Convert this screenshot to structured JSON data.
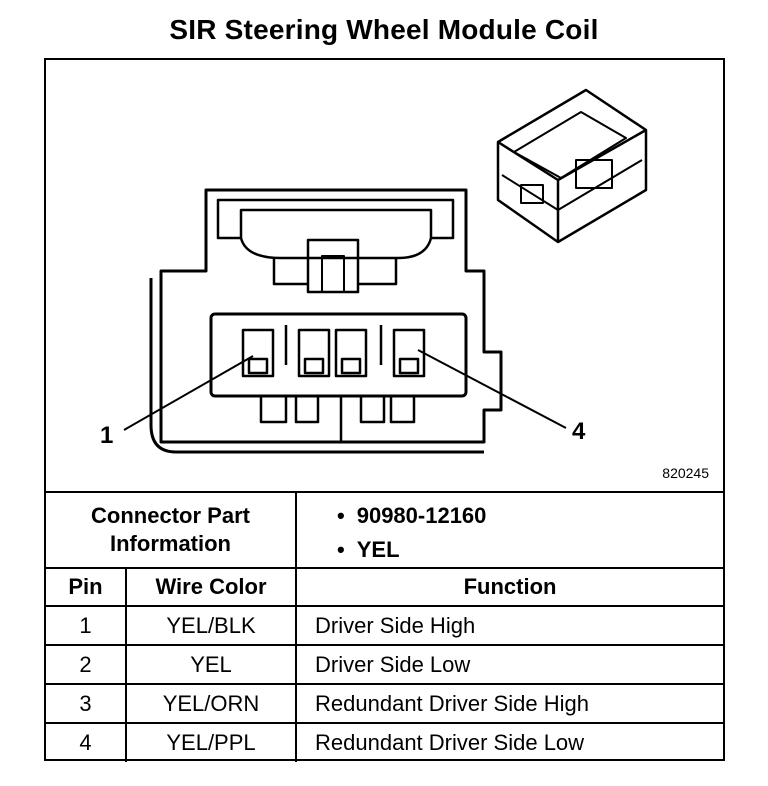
{
  "title": "SIR Steering Wheel Module Coil",
  "figure_id": "820245",
  "callouts": {
    "pin1": "1",
    "pin4": "4"
  },
  "connector_info": {
    "label_line1": "Connector Part",
    "label_line2": "Information",
    "items": [
      "90980-12160",
      "YEL"
    ]
  },
  "pin_table": {
    "headers": [
      "Pin",
      "Wire Color",
      "Function"
    ],
    "rows": [
      {
        "pin": "1",
        "wire_color": "YEL/BLK",
        "function": "Driver Side High"
      },
      {
        "pin": "2",
        "wire_color": "YEL",
        "function": "Driver Side Low"
      },
      {
        "pin": "3",
        "wire_color": "YEL/ORN",
        "function": "Redundant Driver Side High"
      },
      {
        "pin": "4",
        "wire_color": "YEL/PPL",
        "function": "Redundant Driver Side Low"
      }
    ]
  }
}
